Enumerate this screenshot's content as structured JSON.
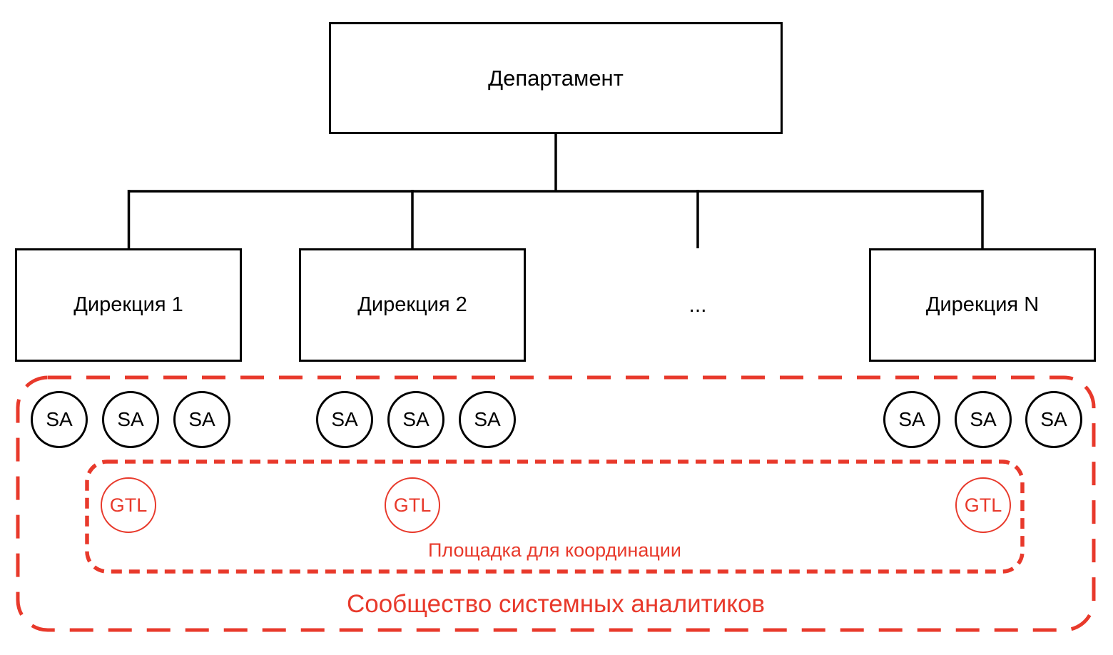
{
  "diagram": {
    "department": {
      "label": "Департамент"
    },
    "directorates": [
      {
        "label": "Дирекция 1"
      },
      {
        "label": "Дирекция 2"
      },
      {
        "label": "Дирекция N"
      }
    ],
    "ellipsis": "...",
    "analyst_badge": "SA",
    "lead_badge": "GTL",
    "coordination_platform": {
      "label": "Площадка для координации"
    },
    "community": {
      "label": "Сообщество системных аналитиков"
    },
    "colors": {
      "node_stroke": "#000000",
      "community_red": "#E8392B"
    }
  }
}
